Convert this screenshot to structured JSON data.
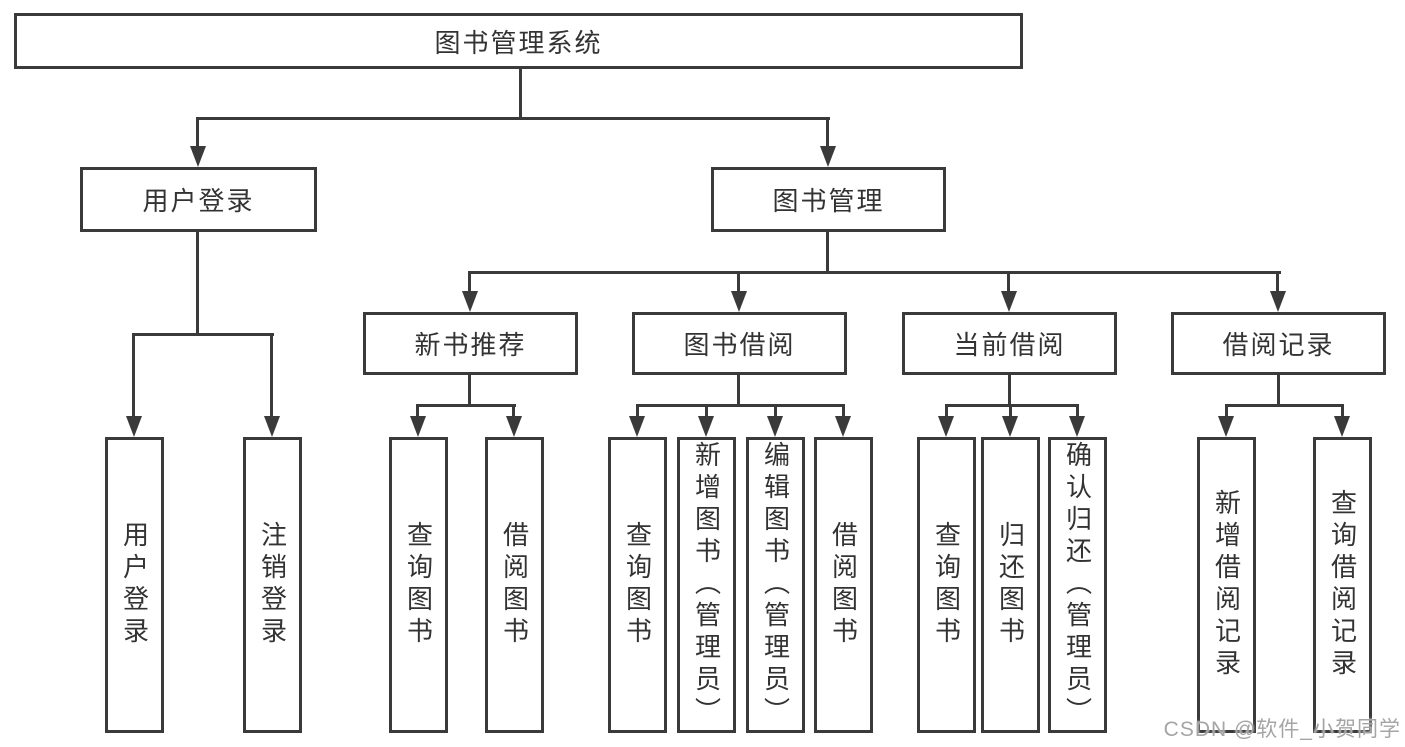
{
  "title": {
    "label": "图书管理系统"
  },
  "level2": [
    {
      "label": "用户登录"
    },
    {
      "label": "图书管理"
    }
  ],
  "level3": [
    {
      "label": "新书推荐"
    },
    {
      "label": "图书借阅"
    },
    {
      "label": "当前借阅"
    },
    {
      "label": "借阅记录"
    }
  ],
  "leaves": {
    "user_login": [
      {
        "label": "用户登录"
      },
      {
        "label": "注销登录"
      }
    ],
    "new_book": [
      {
        "label": "查询图书"
      },
      {
        "label": "借阅图书"
      }
    ],
    "book_borrow": [
      {
        "label": "查询图书"
      },
      {
        "label": "新增图书（管理员）"
      },
      {
        "label": "编辑图书（管理员）"
      },
      {
        "label": "借阅图书"
      }
    ],
    "current_borrow": [
      {
        "label": "查询图书"
      },
      {
        "label": "归还图书"
      },
      {
        "label": "确认归还（管理员）"
      }
    ],
    "borrow_records": [
      {
        "label": "新增借阅记录"
      },
      {
        "label": "查询借阅记录"
      }
    ]
  },
  "watermark": {
    "text": "CSDN @软件_小贺同学"
  },
  "colors": {
    "line": "#3a3a3a",
    "text": "#333333",
    "watermark": "#a5a5a5",
    "background": "#ffffff"
  }
}
